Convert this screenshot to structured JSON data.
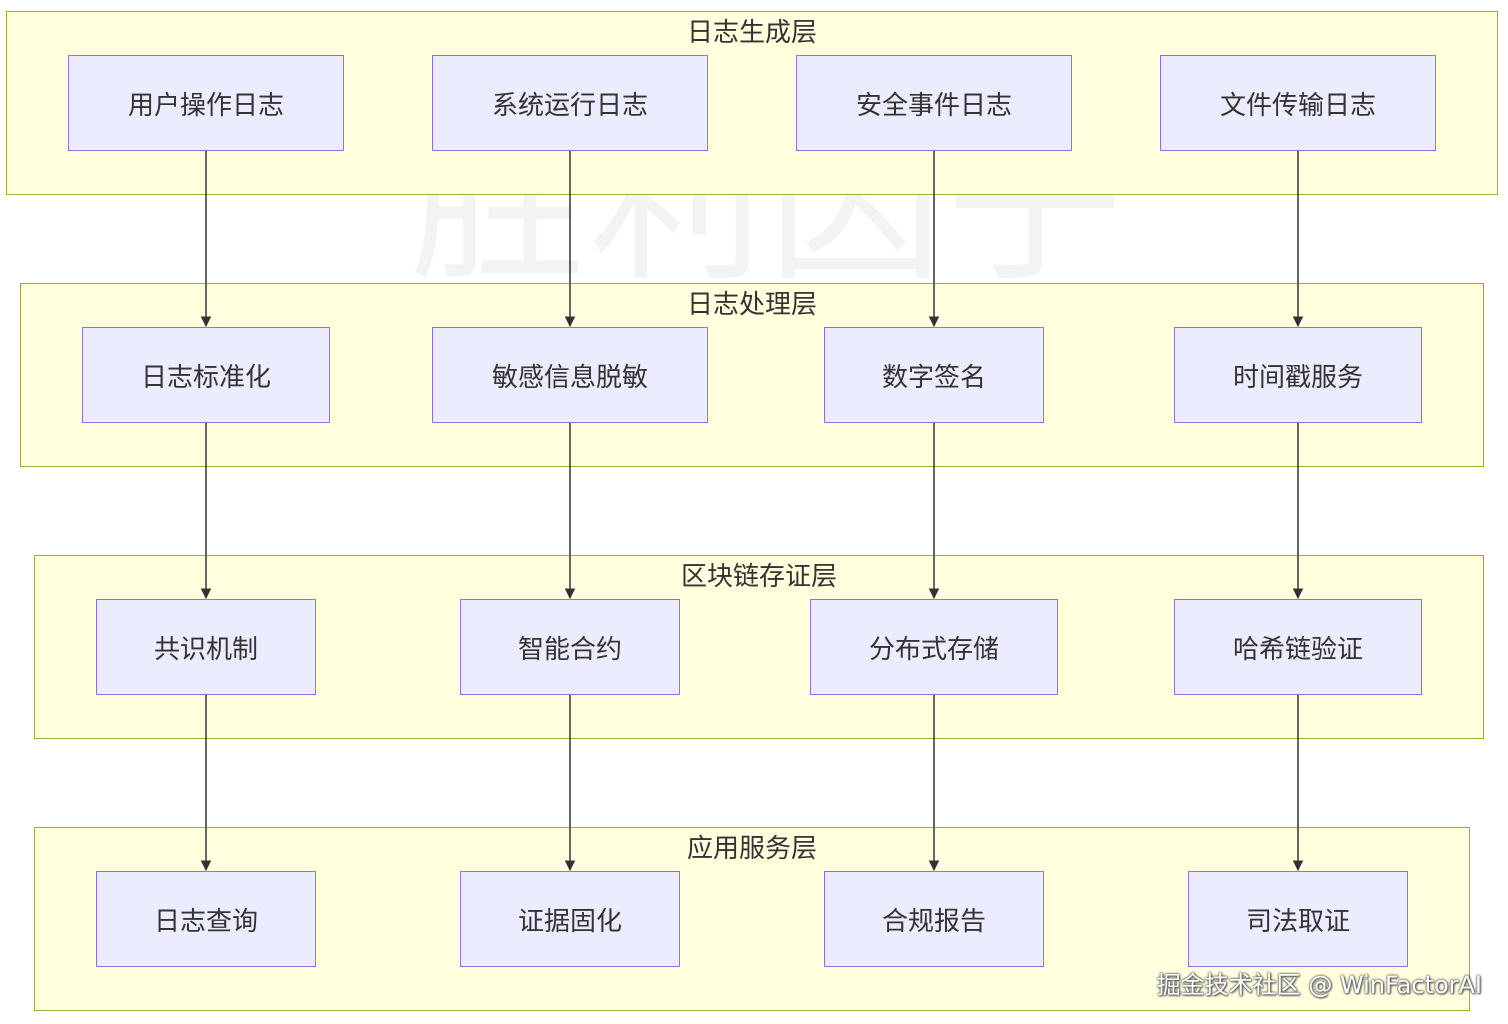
{
  "layers": [
    {
      "title": "日志生成层",
      "nodes": [
        "用户操作日志",
        "系统运行日志",
        "安全事件日志",
        "文件传输日志"
      ]
    },
    {
      "title": "日志处理层",
      "nodes": [
        "日志标准化",
        "敏感信息脱敏",
        "数字签名",
        "时间戳服务"
      ]
    },
    {
      "title": "区块链存证层",
      "nodes": [
        "共识机制",
        "智能合约",
        "分布式存储",
        "哈希链验证"
      ]
    },
    {
      "title": "应用服务层",
      "nodes": [
        "日志查询",
        "证据固化",
        "合规报告",
        "司法取证"
      ]
    }
  ],
  "watermark": "胜利因子",
  "credit": "掘金技术社区 @ WinFactorAI",
  "colors": {
    "layer_fill": "#ffffde",
    "layer_border": "#aaaa33",
    "node_fill": "#ececff",
    "node_border": "#9370db",
    "edge": "#333333"
  }
}
